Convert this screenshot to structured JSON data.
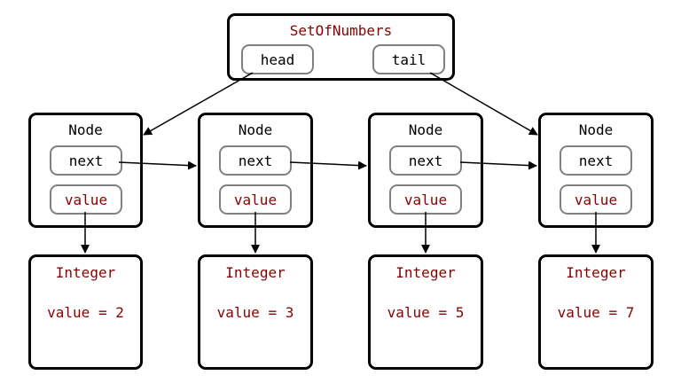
{
  "set": {
    "title": "SetOfNumbers",
    "head_label": "head",
    "tail_label": "tail"
  },
  "nodes": [
    {
      "title": "Node",
      "next_label": "next",
      "value_label": "value"
    },
    {
      "title": "Node",
      "next_label": "next",
      "value_label": "value"
    },
    {
      "title": "Node",
      "next_label": "next",
      "value_label": "value"
    },
    {
      "title": "Node",
      "next_label": "next",
      "value_label": "value"
    }
  ],
  "integers": [
    {
      "title": "Integer",
      "value_text": "value = 2"
    },
    {
      "title": "Integer",
      "value_text": "value = 3"
    },
    {
      "title": "Integer",
      "value_text": "value = 5"
    },
    {
      "title": "Integer",
      "value_text": "value = 7"
    }
  ],
  "colors": {
    "class_name_red": "#8b0000",
    "field_border": "#808080",
    "box_border": "#000000"
  }
}
